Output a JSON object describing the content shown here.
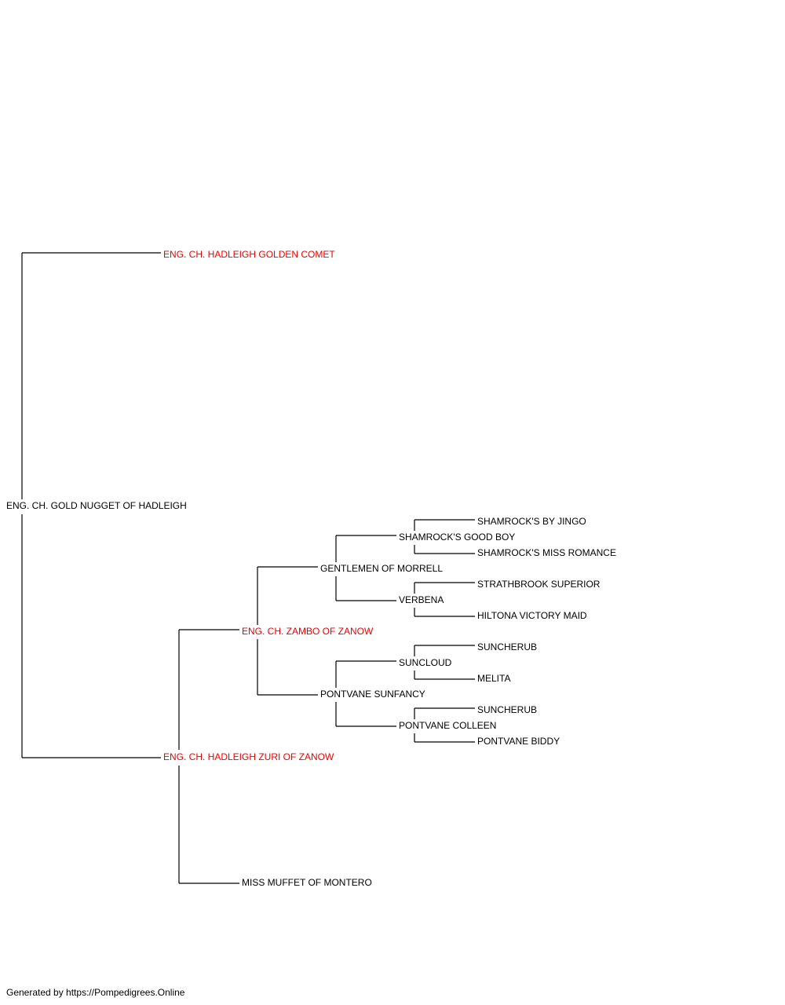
{
  "colors": {
    "line": "#000000",
    "text": "#000000",
    "champion_text": "#ee0000"
  },
  "pedigree": {
    "subject": {
      "name": "ENG. CH. GOLD NUGGET OF HADLEIGH",
      "champion": false
    },
    "sire": {
      "name": "ENG. CH. HADLEIGH GOLDEN COMET",
      "champion": true
    },
    "dam": {
      "name": "ENG. CH. HADLEIGH ZURI OF ZANOW",
      "champion": true
    },
    "dam_sire": {
      "name": "ENG. CH. ZAMBO OF ZANOW",
      "champion": true
    },
    "dam_dam": {
      "name": "MISS MUFFET OF MONTERO",
      "champion": false
    },
    "dsire_sire": {
      "name": "GENTLEMEN OF MORRELL",
      "champion": false
    },
    "dsire_dam": {
      "name": "PONTVANE SUNFANCY",
      "champion": false
    },
    "gm_sire": {
      "name": "SHAMROCK'S GOOD BOY",
      "champion": false
    },
    "gm_dam": {
      "name": "VERBENA",
      "champion": false
    },
    "ps_sire": {
      "name": "SUNCLOUD",
      "champion": false
    },
    "ps_dam": {
      "name": "PONTVANE COLLEEN",
      "champion": false
    },
    "sgb_sire": {
      "name": "SHAMROCK'S BY JINGO",
      "champion": false
    },
    "sgb_dam": {
      "name": "SHAMROCK'S MISS ROMANCE",
      "champion": false
    },
    "verb_sire": {
      "name": "STRATHBROOK SUPERIOR",
      "champion": false
    },
    "verb_dam": {
      "name": "HILTONA VICTORY MAID",
      "champion": false
    },
    "sun_sire": {
      "name": "SUNCHERUB",
      "champion": false
    },
    "sun_dam": {
      "name": "MELITA",
      "champion": false
    },
    "pc_sire": {
      "name": "SUNCHERUB",
      "champion": false
    },
    "pc_dam": {
      "name": "PONTVANE BIDDY",
      "champion": false
    }
  },
  "footer": "Generated by https://Pompedigrees.Online"
}
